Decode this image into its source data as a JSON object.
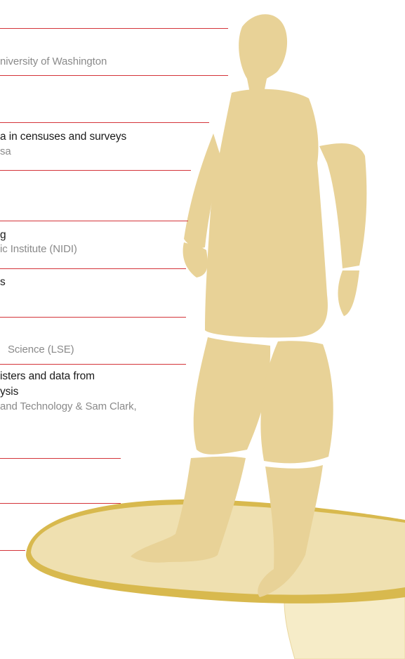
{
  "lines": [
    {
      "id": "l1",
      "text": "niversity of Washington",
      "style": "grey"
    },
    {
      "id": "l2",
      "text": "a in censuses and surveys",
      "style": "dark"
    },
    {
      "id": "l3",
      "text": "sa",
      "style": "grey"
    },
    {
      "id": "l4",
      "text": "g",
      "style": "dark"
    },
    {
      "id": "l5",
      "text": "ic Institute (NIDI)",
      "style": "grey"
    },
    {
      "id": "l6",
      "text": "s",
      "style": "dark"
    },
    {
      "id": "l7",
      "text": "Science (LSE)",
      "style": "grey"
    },
    {
      "id": "l8",
      "text": "isters and data from",
      "style": "dark"
    },
    {
      "id": "l9",
      "text": "ysis",
      "style": "dark"
    },
    {
      "id": "l10",
      "text": "and Technology & Sam Clark,",
      "style": "grey"
    }
  ],
  "colors": {
    "rule": "#d4343a",
    "figure": "#e8d297",
    "pedestal_top": "#efe0b0",
    "pedestal_rim": "#d8b94e",
    "pedestal_base": "#f6ecc8"
  }
}
